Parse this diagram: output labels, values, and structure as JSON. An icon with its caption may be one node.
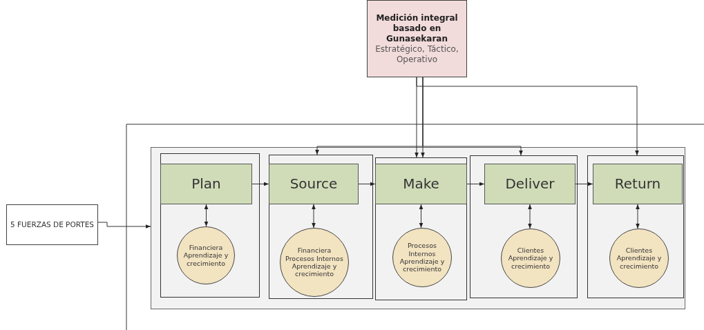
{
  "diagram": {
    "nodes": [
      {
        "text": [
          "Medición integral basado en Gunasekaran",
          "Estratégico, Táctico, Operativo"
        ]
      },
      {
        "text": [
          "5 FUERZAS DE PORTES"
        ]
      },
      {
        "text": [],
        "shape": "box"
      },
      {
        "text": [],
        "shape": "box",
        "in": 2
      },
      {
        "text": [
          "Plan"
        ],
        "in": 3
      },
      {
        "text": [
          "Financiera Aprendizaje y crecimiento"
        ],
        "in": 3
      },
      {
        "text": [],
        "shape": "box",
        "in": 2
      },
      {
        "text": [
          "Source"
        ],
        "in": 6
      },
      {
        "text": [
          "Financiera Procesos Internos Aprendizaje y crecimiento"
        ],
        "in": 6
      },
      {
        "text": [],
        "shape": "box",
        "in": 2
      },
      {
        "text": [
          "Make"
        ],
        "in": 9
      },
      {
        "text": [
          "Procesos Internos Aprendizaje y crecimiento"
        ],
        "in": 9
      },
      {
        "text": [],
        "shape": "box",
        "in": 2
      },
      {
        "text": [
          "Deliver"
        ],
        "in": 12
      },
      {
        "text": [
          "Clientes Aprendizaje y crecimiento"
        ],
        "in": 12
      },
      {
        "text": [],
        "shape": "box",
        "in": 2
      },
      {
        "text": [
          "Return"
        ],
        "in": 15
      },
      {
        "text": [
          "Clientes Aprendizaje y crecimiento"
        ],
        "in": 15
      }
    ],
    "edges": [
      {
        "from": 1,
        "to": 2,
        "arrow": "to"
      },
      {
        "from": 4,
        "to": 7,
        "arrow": "to"
      },
      {
        "from": 7,
        "to": 10,
        "arrow": "to"
      },
      {
        "from": 10,
        "to": 13,
        "arrow": "to"
      },
      {
        "from": 13,
        "to": 16,
        "arrow": "to"
      },
      {
        "from": 4,
        "to": 5,
        "arrow": "both"
      },
      {
        "from": 7,
        "to": 8,
        "arrow": "both"
      },
      {
        "from": 10,
        "to": 11,
        "arrow": "both"
      },
      {
        "from": 13,
        "to": 14,
        "arrow": "both"
      },
      {
        "from": 16,
        "to": 17,
        "arrow": "both"
      },
      {
        "from": 0,
        "to": 6,
        "arrow": "to"
      },
      {
        "from": 0,
        "to": 9,
        "arrow": "to"
      },
      {
        "from": 0,
        "to": 12,
        "arrow": "to"
      },
      {
        "from": 0,
        "to": 9,
        "arrow": "to"
      },
      {
        "from": 0,
        "to": 15,
        "arrow": "to"
      }
    ]
  }
}
